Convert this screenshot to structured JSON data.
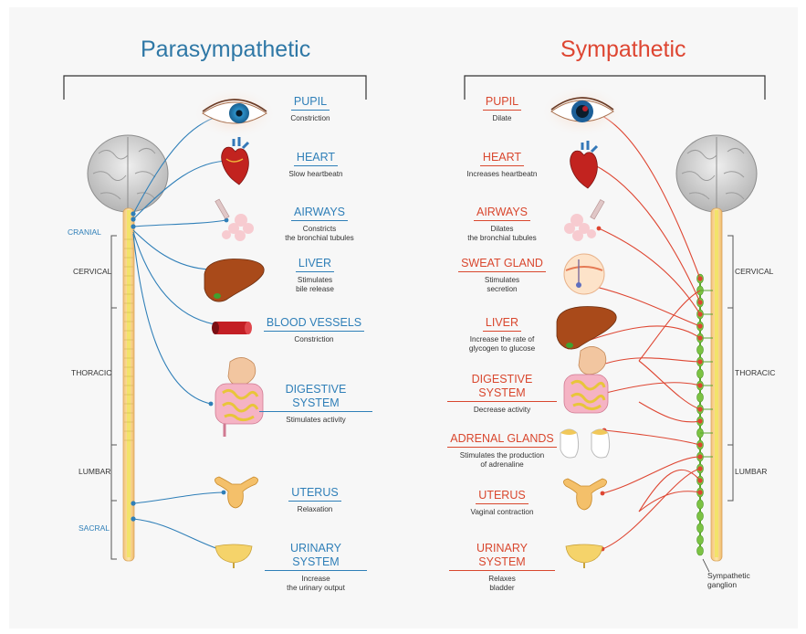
{
  "titles": {
    "parasympathetic": "Parasympathetic",
    "sympathetic": "Sympathetic"
  },
  "parasympathetic": {
    "regions": [
      "CRANIAL",
      "CERVICAL",
      "THORACIC",
      "LUMBAR",
      "SACRAL"
    ],
    "organs": [
      {
        "name": "PUPIL",
        "effect": "Constriction"
      },
      {
        "name": "HEART",
        "effect": "Slow heartbeatn"
      },
      {
        "name": "AIRWAYS",
        "effect": "Constricts\nthe bronchial tubules"
      },
      {
        "name": "LIVER",
        "effect": "Stimulates\nbile release"
      },
      {
        "name": "BLOOD VESSELS",
        "effect": "Constriction"
      },
      {
        "name": "DIGESTIVE SYSTEM",
        "effect": "Stimulates activity"
      },
      {
        "name": "UTERUS",
        "effect": "Relaxation"
      },
      {
        "name": "URINARY SYSTEM",
        "effect": "Increase\nthe urinary output"
      }
    ]
  },
  "sympathetic": {
    "regions": [
      "CERVICAL",
      "THORACIC",
      "LUMBAR"
    ],
    "ganglion_label": "Sympathetic\nganglion",
    "organs": [
      {
        "name": "PUPIL",
        "effect": "Dilate"
      },
      {
        "name": "HEART",
        "effect": "Increases heartbeatn"
      },
      {
        "name": "AIRWAYS",
        "effect": "Dilates\nthe bronchial tubules"
      },
      {
        "name": "SWEAT GLAND",
        "effect": "Stimulates\nsecretion"
      },
      {
        "name": "LIVER",
        "effect": "Increase the rate of\nglycogen to glucose"
      },
      {
        "name": "DIGESTIVE SYSTEM",
        "effect": "Decrease activity"
      },
      {
        "name": "ADRENAL GLANDS",
        "effect": "Stimulates the production\nof adrenaline"
      },
      {
        "name": "UTERUS",
        "effect": "Vaginal contraction"
      },
      {
        "name": "URINARY SYSTEM",
        "effect": "Relaxes\nbladder"
      }
    ]
  },
  "colors": {
    "parasympathetic": "#2f7fb8",
    "sympathetic": "#de4632",
    "spinal_cord": "#f2e36a",
    "ganglion": "#7cc243"
  }
}
